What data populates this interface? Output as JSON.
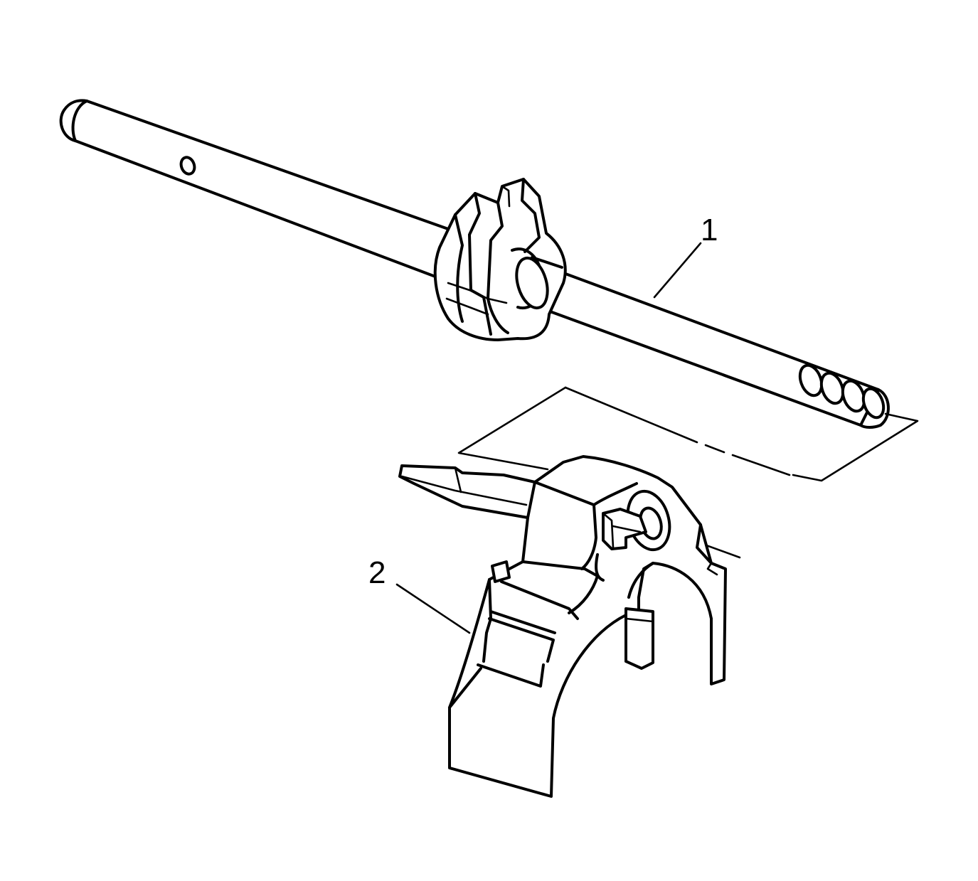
{
  "diagram": {
    "background": "#ffffff",
    "line_color": "#000000",
    "callouts": [
      {
        "id": "1",
        "label": "1"
      },
      {
        "id": "2",
        "label": "2"
      }
    ]
  }
}
